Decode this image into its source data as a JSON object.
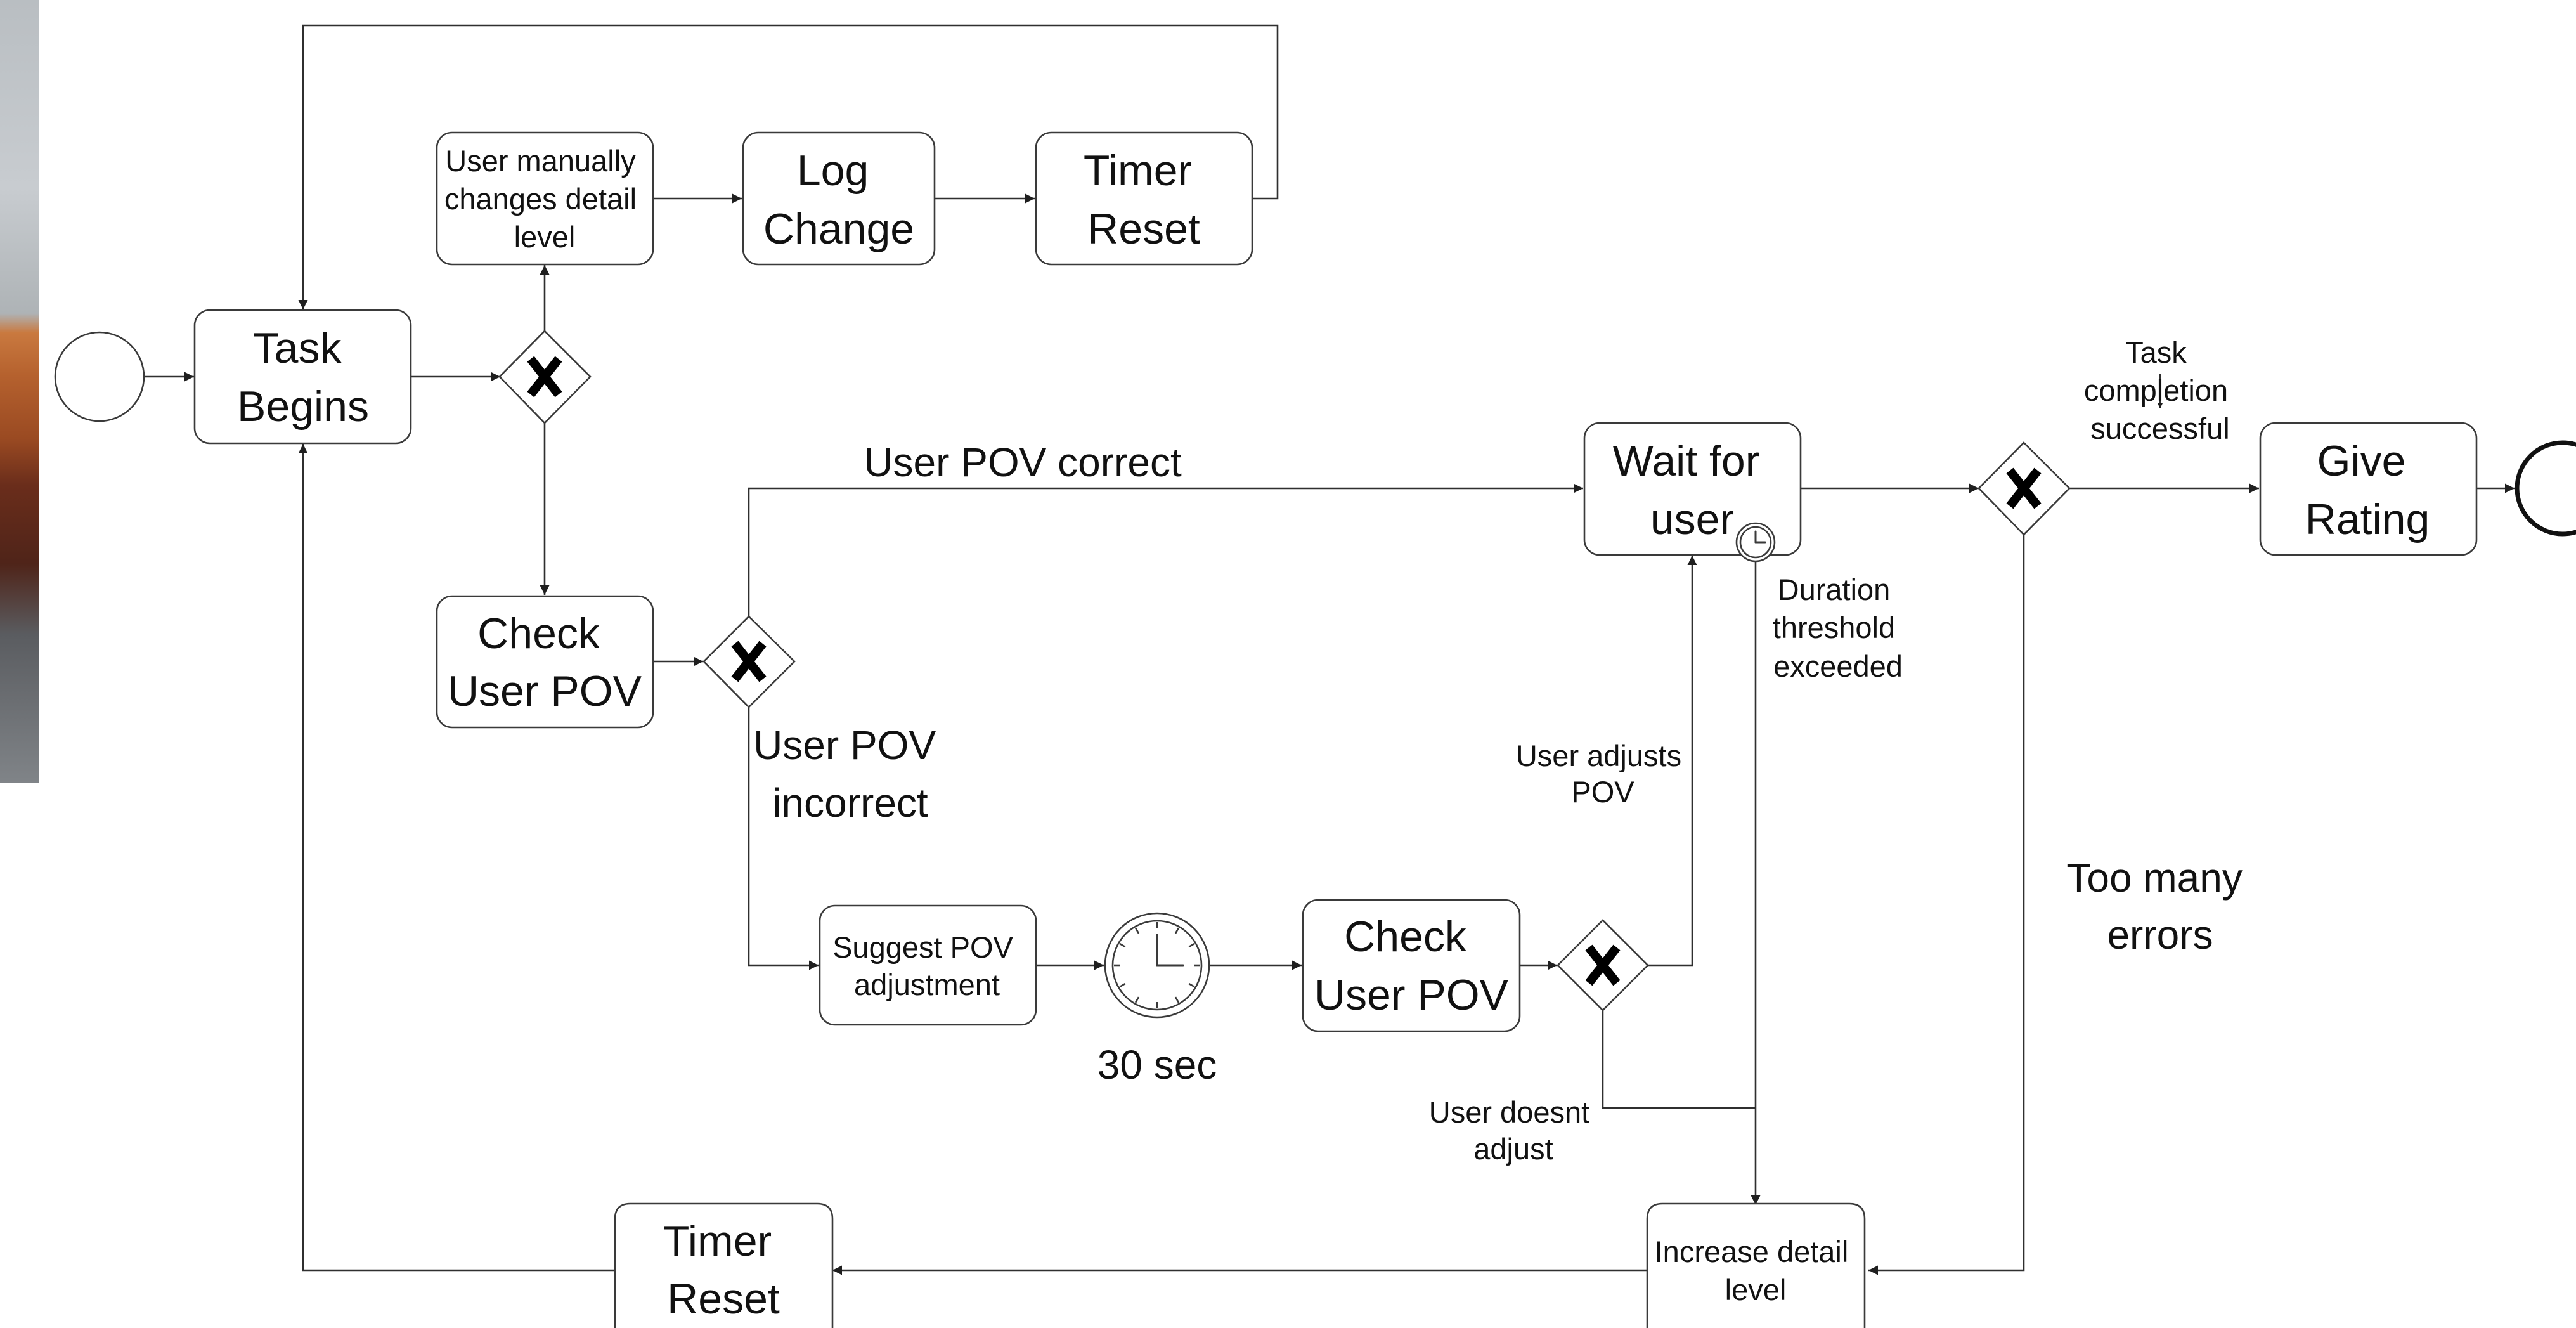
{
  "tasks": {
    "task_begins": [
      "Task",
      "Begins"
    ],
    "manual_change": [
      "User manually",
      "changes detail",
      "level"
    ],
    "log_change": [
      "Log",
      "Change"
    ],
    "timer_reset_top": [
      "Timer",
      "Reset"
    ],
    "check_pov_1": [
      "Check",
      "User POV"
    ],
    "suggest_pov": [
      "Suggest POV",
      "adjustment"
    ],
    "check_pov_2": [
      "Check",
      "User POV"
    ],
    "wait_for_user": [
      "Wait for",
      "user"
    ],
    "give_rating": [
      "Give",
      "Rating"
    ],
    "increase_detail": [
      "Increase detail",
      "level"
    ],
    "timer_reset_bottom": [
      "Timer",
      "Reset"
    ]
  },
  "labels": {
    "pov_correct": [
      "User POV correct"
    ],
    "pov_incorrect": [
      "User POV",
      "incorrect"
    ],
    "timer_30": [
      "30 sec"
    ],
    "duration_exceeded": [
      "Duration",
      "threshold",
      "exceeded"
    ],
    "user_adjusts": [
      "User adjusts",
      "POV"
    ],
    "user_doesnt": [
      "User doesnt",
      "adjust"
    ],
    "task_success": [
      "Task",
      "completion",
      "successful"
    ],
    "too_many_errors": [
      "Too many",
      "errors"
    ]
  },
  "gateway_symbol": "X",
  "timer_icon": "clock-icon",
  "colors": {
    "stroke": "#3a3a3a",
    "text": "#111111",
    "background": "#ffffff"
  }
}
